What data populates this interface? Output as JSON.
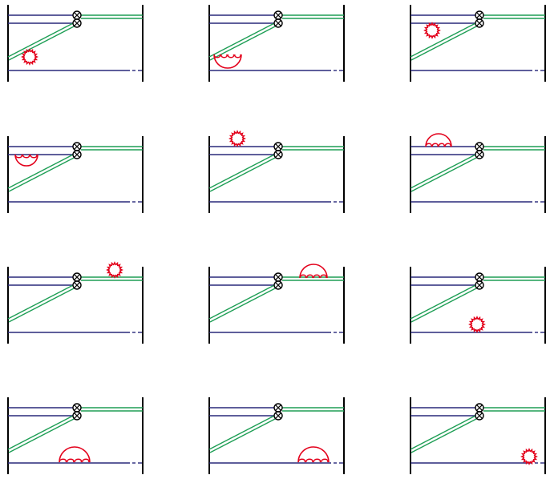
{
  "figure": {
    "columns": 3,
    "rows": 4,
    "colors": {
      "boundary": "#000000",
      "quark_line": "#28287a",
      "gluon_line": "#1e9e55",
      "loop": "#e3001b",
      "vertex": "#000000"
    },
    "diagrams": [
      {
        "loop_kind": "blob",
        "loop_on": "diagonal-lower"
      },
      {
        "loop_kind": "arc",
        "loop_on": "diagonal"
      },
      {
        "loop_kind": "blob",
        "loop_on": "diagonal-upper"
      },
      {
        "loop_kind": "arc",
        "loop_on": "upper-left"
      },
      {
        "loop_kind": "blob",
        "loop_on": "top-left"
      },
      {
        "loop_kind": "arc",
        "loop_on": "top-middle"
      },
      {
        "loop_kind": "blob",
        "loop_on": "right-double-upper"
      },
      {
        "loop_kind": "arc",
        "loop_on": "right-double"
      },
      {
        "loop_kind": "blob",
        "loop_on": "bottom-line-upper"
      },
      {
        "loop_kind": "arc",
        "loop_on": "bottom-line-middle"
      },
      {
        "loop_kind": "arc",
        "loop_on": "bottom-line-right"
      },
      {
        "loop_kind": "blob",
        "loop_on": "bottom-line-end"
      }
    ]
  }
}
